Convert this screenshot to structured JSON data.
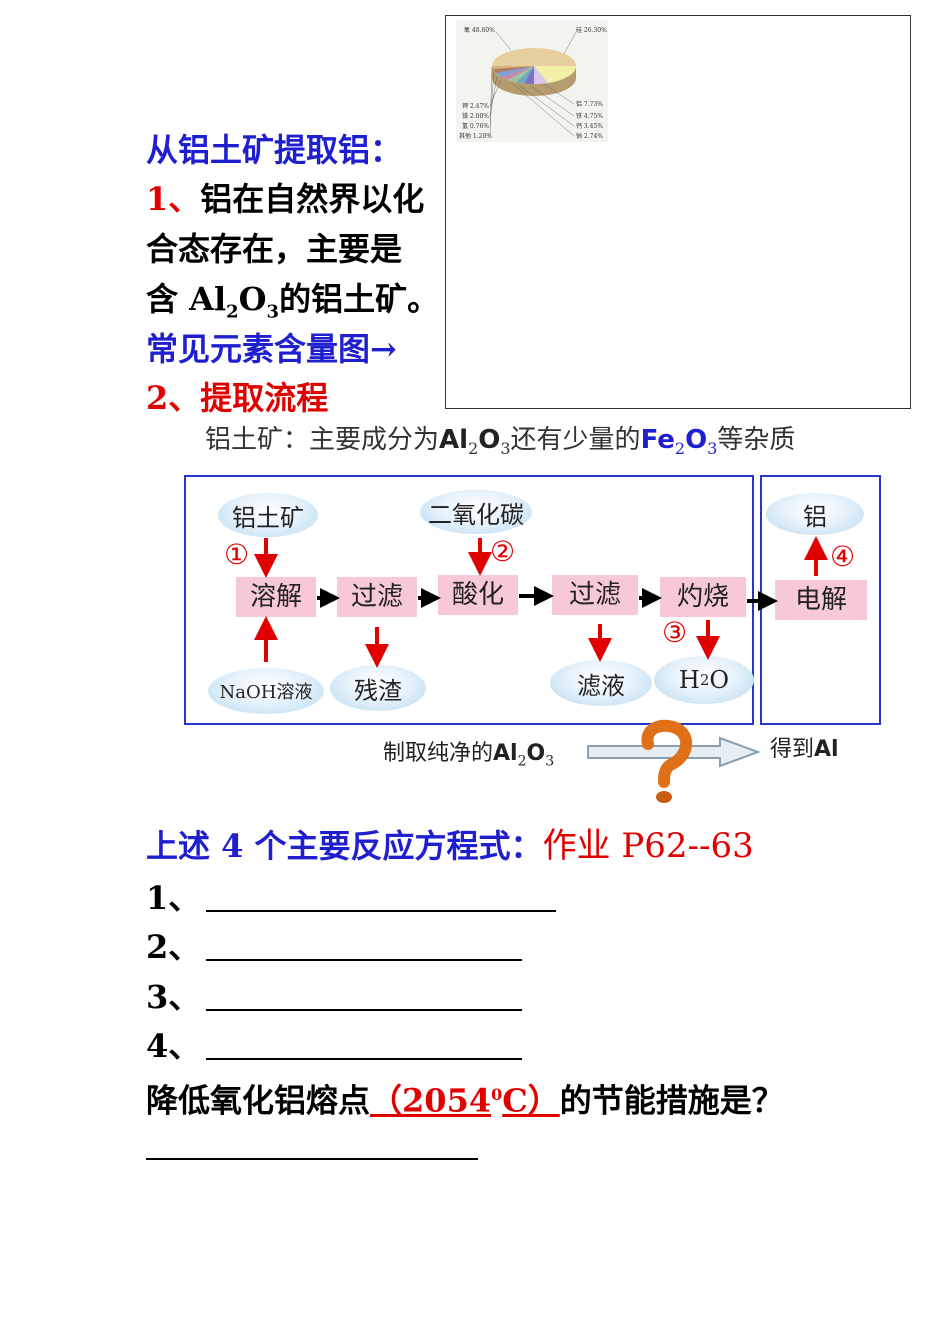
{
  "pie": {
    "labels": [
      "氧 48.60%",
      "硅 26.30%",
      "铝 7.73%",
      "铁 4.75%",
      "钙 3.45%",
      "钠 2.74%",
      "钾 2.47%",
      "镁 2.00%",
      "氢 0.76%",
      "其他 1.20%"
    ],
    "colors": [
      "#e8cfa0",
      "#f1efa8",
      "#d8c7ee",
      "#7d73c6",
      "#6fa8c0",
      "#9cc6a3",
      "#c68aa8",
      "#7aa0d8",
      "#b07a60",
      "#d9b27b"
    ]
  },
  "intro": {
    "heading": "从铝土矿提取铝：",
    "p1_num": "1",
    "p1_sep": "、",
    "p1_line1": "铝在自然界以化",
    "p1_line2": "合态存在，主要是",
    "p1_line3_a": "含 ",
    "p1_formula_al": "Al",
    "p1_formula_al_sub": "2",
    "p1_formula_o": "O",
    "p1_formula_o_sub": "3",
    "p1_line3_b": "的铝土矿。",
    "chart_ref": "常见元素含量图→",
    "p2": "2、提取流程"
  },
  "flow": {
    "title_a": "铝土矿：主要成分为",
    "title_f1": "Al",
    "title_f1_s1": "2",
    "title_f1_o": "O",
    "title_f1_s2": "3",
    "title_b": "还有少量的",
    "title_f2": "Fe",
    "title_f2_s1": "2",
    "title_f2_o": "O",
    "title_f2_s2": "3",
    "title_c": "等杂质",
    "oval_bauxite": "铝土矿",
    "oval_co2": "二氧化碳",
    "oval_al": "铝",
    "oval_naoh": "NaOH溶液",
    "oval_residue": "残渣",
    "oval_filtrate": "滤液",
    "oval_water_h": "H",
    "oval_water_sub": "2",
    "oval_water_o": "O",
    "step_dissolve": "溶解",
    "step_filter1": "过滤",
    "step_acidify": "酸化",
    "step_filter2": "过滤",
    "step_calcine": "灼烧",
    "step_electrolysis": "电解",
    "num1": "①",
    "num2": "②",
    "num3": "③",
    "num4": "④",
    "prod_a": "制取纯净的",
    "prod_al": "Al",
    "prod_s1": "2",
    "prod_o": "O",
    "prod_s2": "3",
    "get_a": "得到",
    "get_al": "Al"
  },
  "reactions": {
    "heading": "上述 4 个主要反应方程式：",
    "homework": "作业 P62--63",
    "n1": "1、",
    "n2": "2、",
    "n3": "3、",
    "n4": "4、"
  },
  "question": {
    "text_a": "降低氧化铝熔点",
    "paren_open": "（",
    "temp": "2054",
    "temp_sup": "0",
    "temp_unit": "C",
    "paren_close": "）",
    "text_b": "的节能措施是？"
  }
}
